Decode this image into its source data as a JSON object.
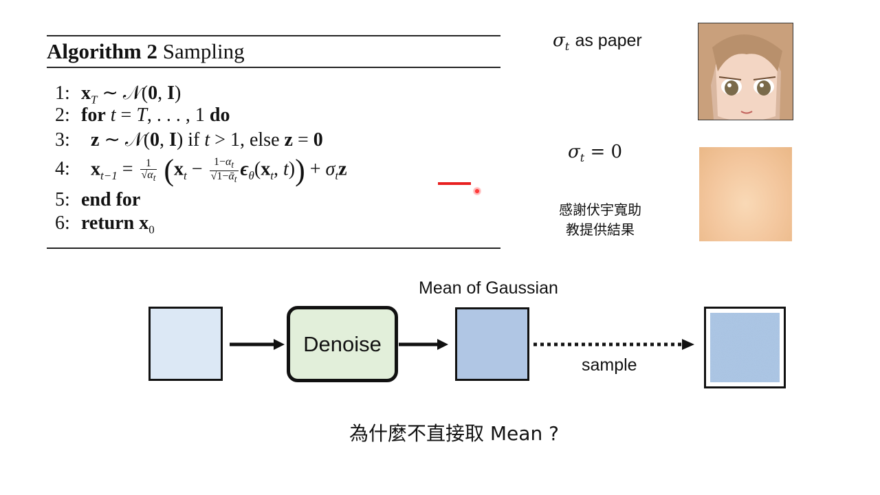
{
  "algorithm": {
    "title_bold": "Algorithm 2",
    "title_rest": "Sampling",
    "lines": [
      {
        "num": "1:"
      },
      {
        "num": "2:",
        "kw_for": "for",
        "kw_do": "do"
      },
      {
        "num": "3:",
        "if_word": "if",
        "else_word": "else"
      },
      {
        "num": "4:"
      },
      {
        "num": "5:",
        "text": "end for"
      },
      {
        "num": "6:",
        "kw": "return"
      }
    ]
  },
  "right_panel": {
    "sigma_paper_suffix": "as paper",
    "sigma_zero_rhs": "= 0",
    "thanks_line1": "感謝伏宇寬助",
    "thanks_line2": "教提供結果"
  },
  "diagram": {
    "denoise_label": "Denoise",
    "mean_label": "Mean of Gaussian",
    "sample_label": "sample",
    "colors": {
      "input_box": "#dce8f5",
      "denoise_box": "#e2efda",
      "mean_box": "#b0c6e4",
      "noise_box": "#8fb0d6"
    }
  },
  "question": "為什麼不直接取 Mean ?"
}
